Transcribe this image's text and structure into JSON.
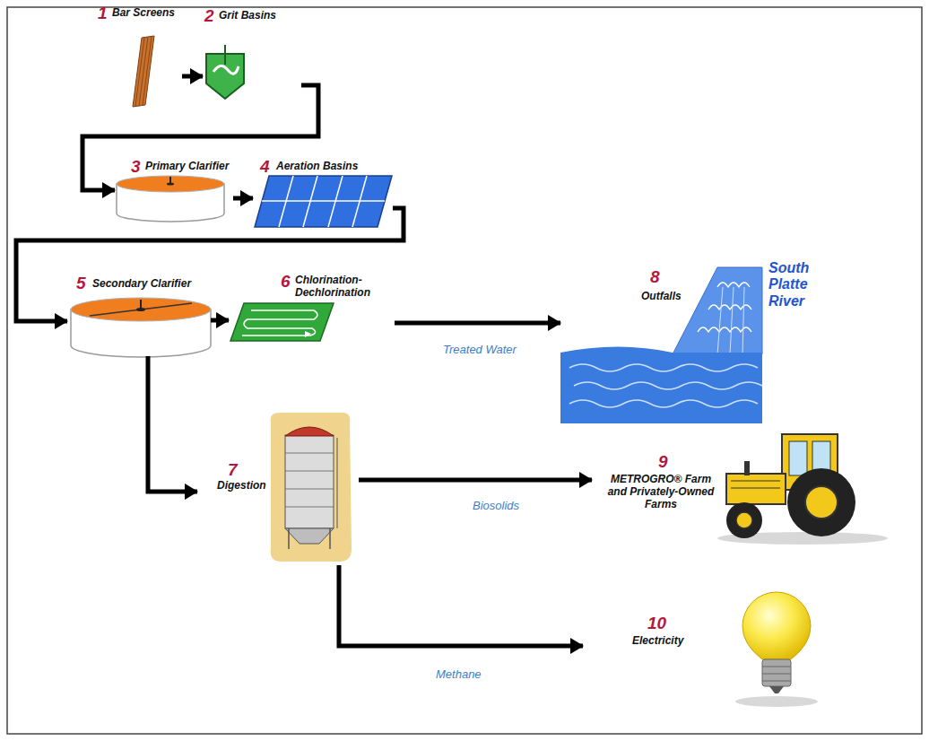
{
  "diagram": {
    "nodes": [
      {
        "text": [
          "1",
          "Bar Screens"
        ]
      },
      {
        "text": [
          "2",
          "Grit Basins"
        ]
      },
      {
        "text": [
          "3",
          "Primary Clarifier"
        ]
      },
      {
        "text": [
          "4",
          "Aeration Basins"
        ]
      },
      {
        "text": [
          "5",
          "Secondary Clarifier"
        ]
      },
      {
        "text": [
          "6",
          "Chlorination-Dechlorination"
        ]
      },
      {
        "text": [
          "7",
          "Digestion"
        ]
      },
      {
        "text": [
          "8",
          "Outfalls",
          "South Platte River"
        ]
      },
      {
        "text": [
          "9",
          "METROGRO® Farm and Privately-Owned Farms"
        ]
      },
      {
        "text": [
          "10",
          "Electricity"
        ]
      }
    ],
    "edges": [
      {
        "from": 0,
        "to": 1,
        "arrow": "to"
      },
      {
        "from": 1,
        "to": 2,
        "arrow": "to"
      },
      {
        "from": 2,
        "to": 3,
        "arrow": "to"
      },
      {
        "from": 3,
        "to": 4,
        "arrow": "to"
      },
      {
        "from": 4,
        "to": 5,
        "arrow": "to"
      },
      {
        "from": 5,
        "to": 7,
        "label": "Treated Water",
        "arrow": "to"
      },
      {
        "from": 4,
        "to": 6,
        "arrow": "to"
      },
      {
        "from": 6,
        "to": 8,
        "label": "Biosolids",
        "arrow": "to"
      },
      {
        "from": 6,
        "to": 9,
        "label": "Methane",
        "arrow": "to"
      }
    ]
  }
}
